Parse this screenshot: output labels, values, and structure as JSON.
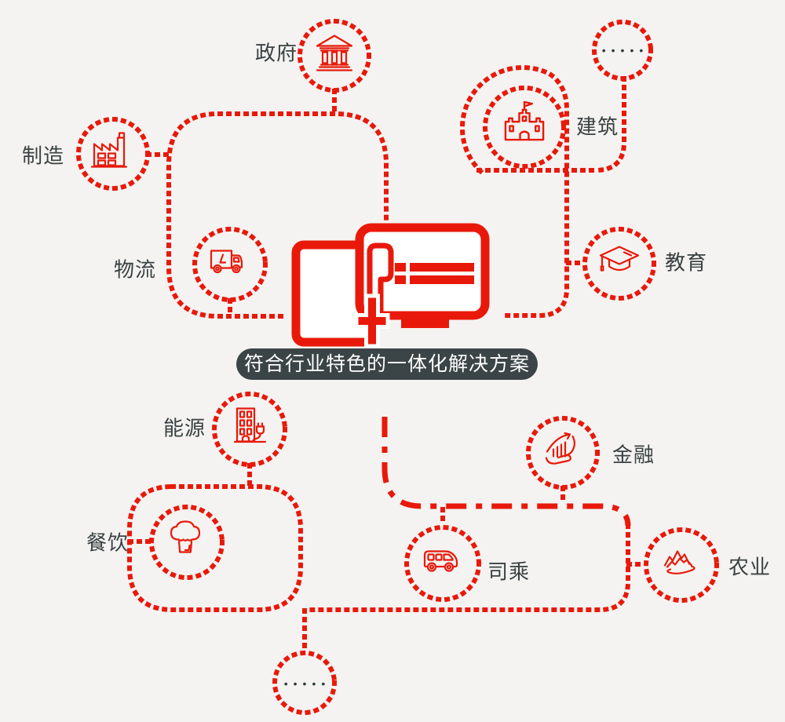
{
  "colors": {
    "background": "#f4f3f1",
    "accent": "#e8190a",
    "label_text": "#3a4142",
    "banner_bg": "#3b4446",
    "banner_text": "#ffffff",
    "ellipsis_dots": "#2e3a3a"
  },
  "banner": {
    "label": "符合行业特色的一体化解决方案"
  },
  "industries": [
    {
      "id": "government",
      "label": "政府",
      "icon": "bank-icon"
    },
    {
      "id": "manufacturing",
      "label": "制造",
      "icon": "factory-icon"
    },
    {
      "id": "logistics",
      "label": "物流",
      "icon": "truck-icon"
    },
    {
      "id": "construction",
      "label": "建筑",
      "icon": "castle-icon"
    },
    {
      "id": "education",
      "label": "教育",
      "icon": "graduation-cap-icon"
    },
    {
      "id": "energy",
      "label": "能源",
      "icon": "plug-building-icon"
    },
    {
      "id": "finance",
      "label": "金融",
      "icon": "growth-chart-hand-icon"
    },
    {
      "id": "catering",
      "label": "餐饮",
      "icon": "chef-hat-icon"
    },
    {
      "id": "driver_passenger",
      "label": "司乘",
      "icon": "van-icon"
    },
    {
      "id": "agriculture",
      "label": "农业",
      "icon": "mountain-field-icon"
    }
  ],
  "center": {
    "icon": "solution-screens-icon"
  },
  "ellipsis": {
    "top": "•••••",
    "bottom": "•••••"
  }
}
